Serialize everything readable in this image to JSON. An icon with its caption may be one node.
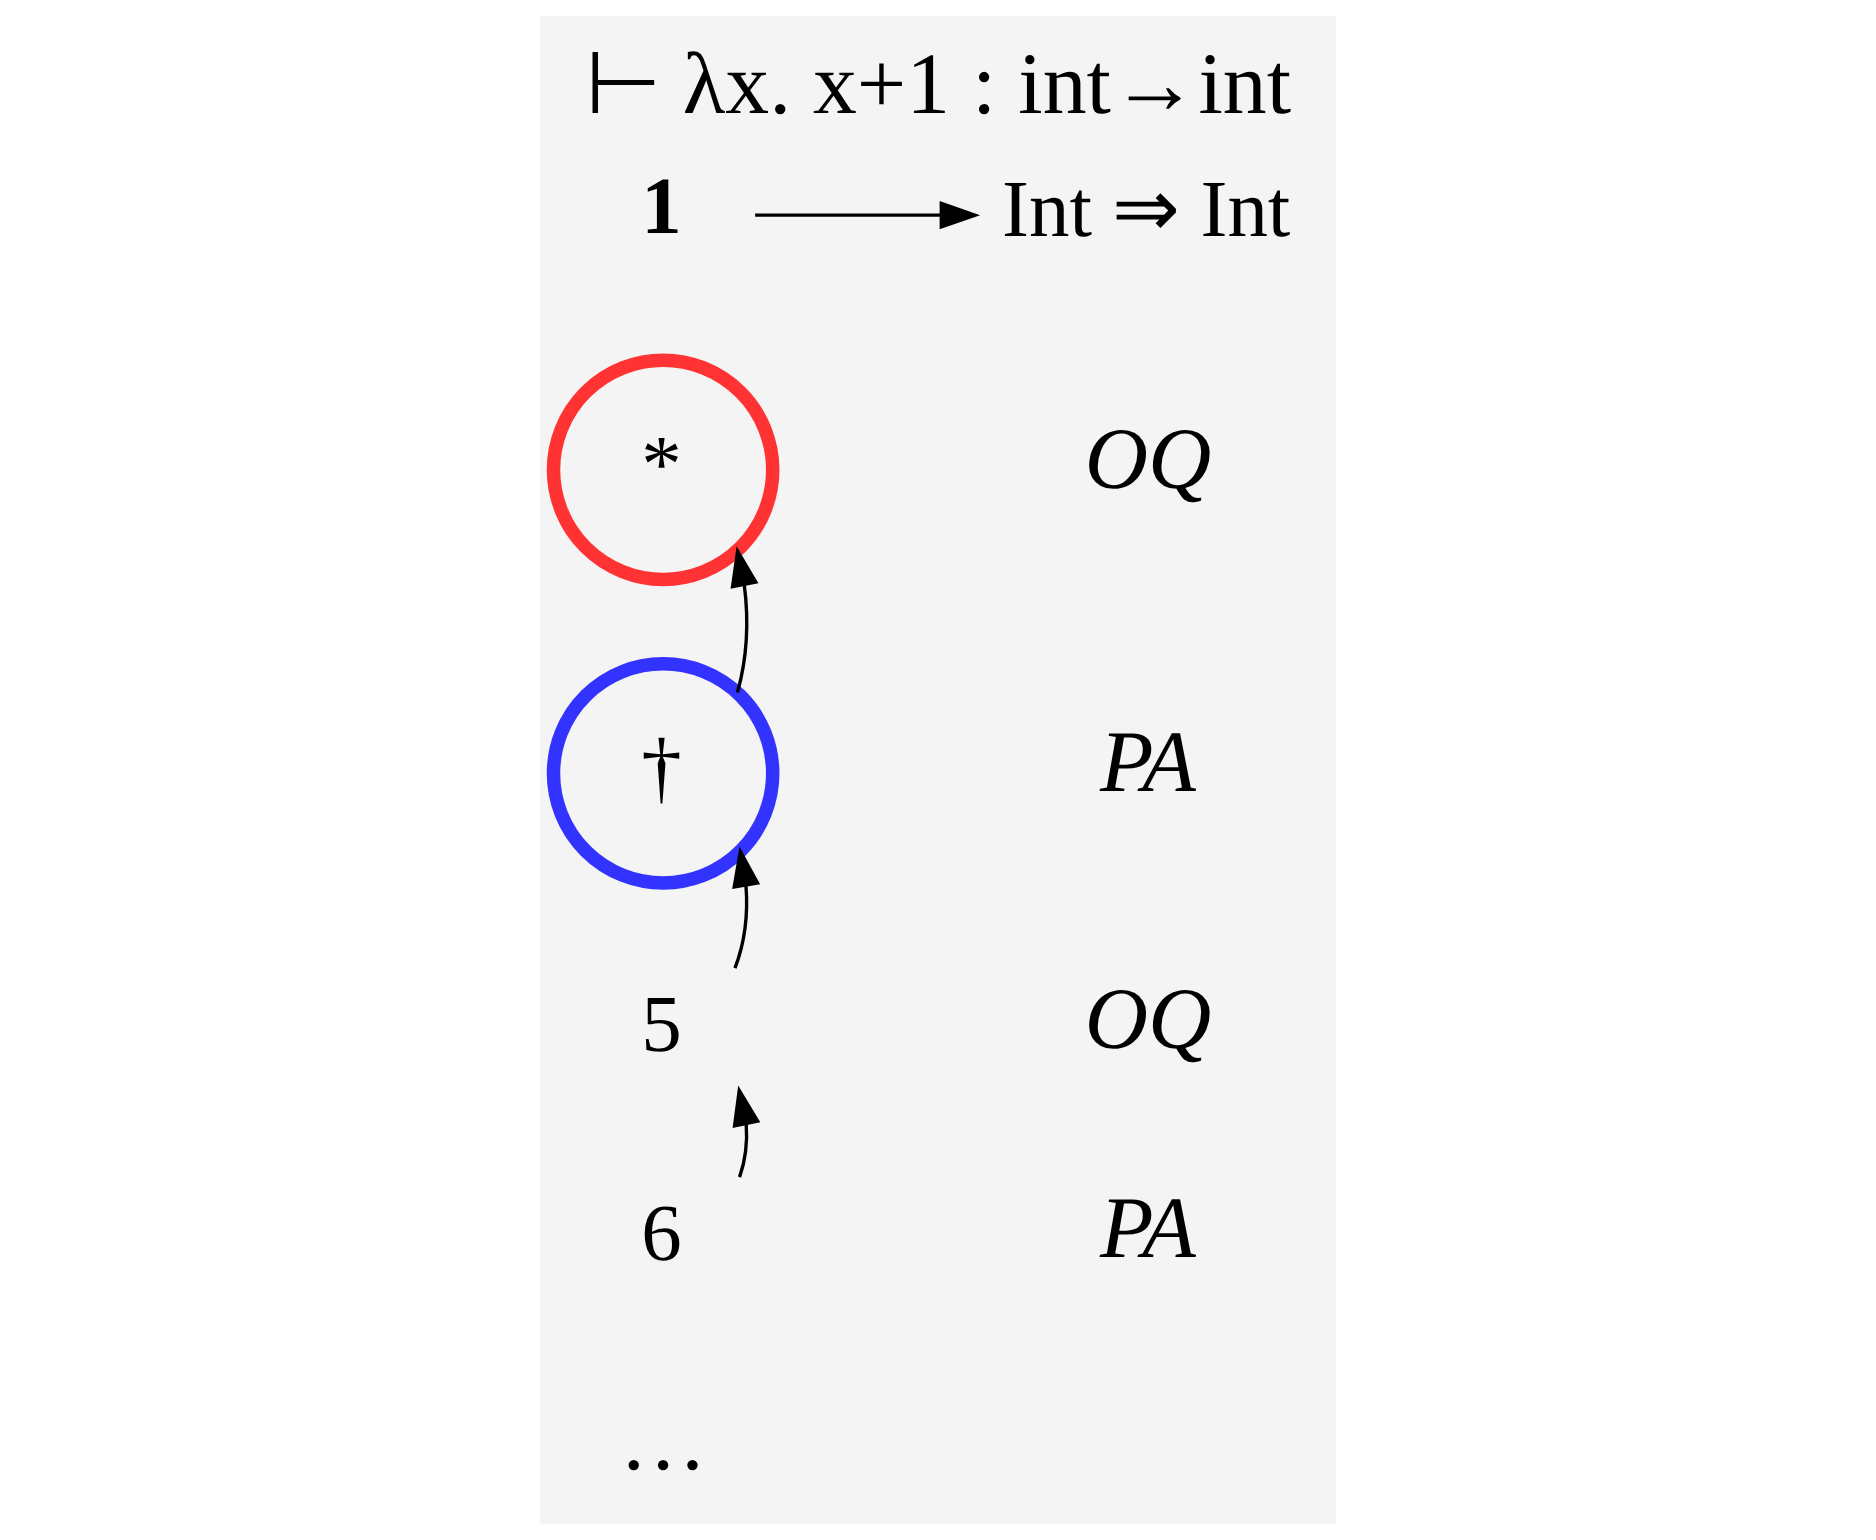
{
  "diagram": {
    "title": "⊢ λx. x+1 : int→int",
    "nodes": [
      {
        "text": [
          "1"
        ]
      },
      {
        "text": [
          "Int ⇒ Int"
        ]
      },
      {
        "text": [
          "*"
        ]
      },
      {
        "text": [
          "†"
        ]
      },
      {
        "text": [
          "5"
        ]
      },
      {
        "text": [
          "6"
        ]
      }
    ],
    "edges": [
      {
        "from": 0,
        "to": 1,
        "arrow": "to"
      },
      {
        "from": 3,
        "to": 2,
        "arrow": "to"
      },
      {
        "from": 4,
        "to": 3,
        "arrow": "to"
      },
      {
        "from": 5,
        "to": 4,
        "arrow": "to"
      }
    ],
    "labels": [
      "OQ",
      "PA",
      "OQ",
      "PA",
      "…"
    ]
  }
}
